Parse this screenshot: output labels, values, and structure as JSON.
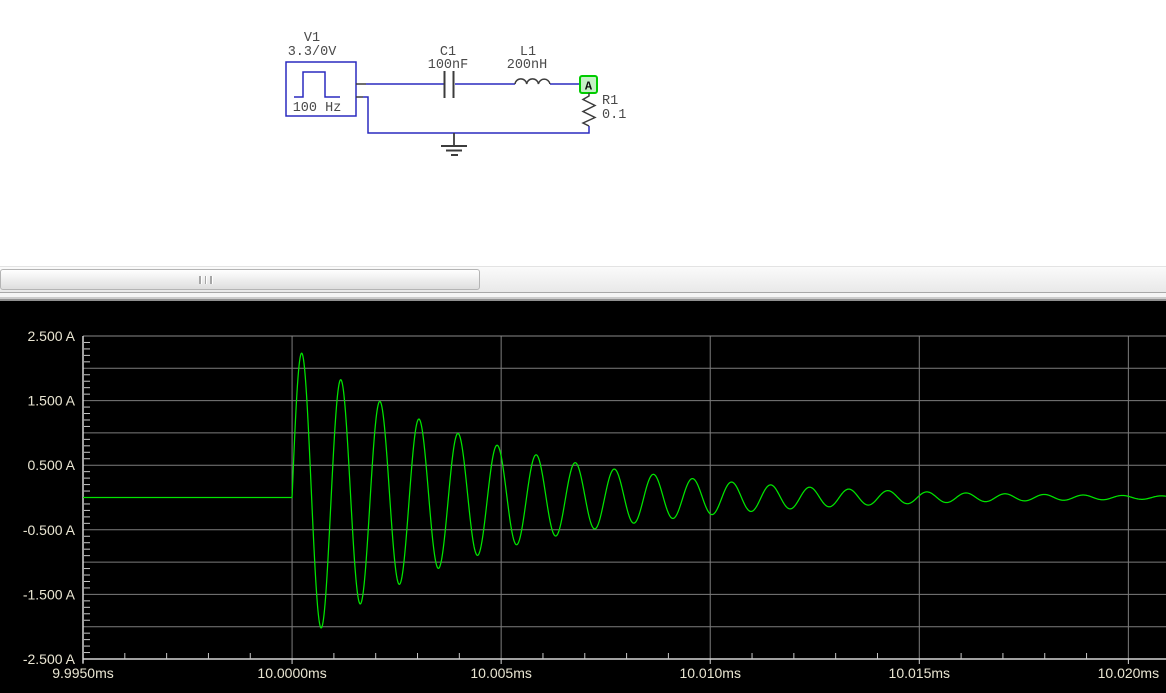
{
  "schematic": {
    "components": {
      "v1": {
        "name": "V1",
        "value": "3.3/0V",
        "frequency": "100 Hz"
      },
      "c1": {
        "name": "C1",
        "value": "100nF"
      },
      "l1": {
        "name": "L1",
        "value": "200nH"
      },
      "r1": {
        "name": "R1",
        "value": "0.1"
      },
      "probe": {
        "label": "A"
      }
    },
    "colors": {
      "wire": "#2a2abf",
      "symbol": "#3c3c3c",
      "text": "#4a4a4a",
      "probe_border": "#00cc00",
      "probe_fill": "#c6f1c6"
    }
  },
  "scrollbar": {
    "grip_icon": "|||"
  },
  "chart_data": {
    "type": "line",
    "title": "",
    "xlabel": "",
    "ylabel": "",
    "x_unit": "ms",
    "y_unit": "A",
    "x_range_ms": [
      9.995,
      10.0209
    ],
    "y_range_A": [
      -2.5,
      2.5
    ],
    "x_ticks": [
      {
        "label": "9.9950ms",
        "ms": 9.995
      },
      {
        "label": "10.0000ms",
        "ms": 10.0
      },
      {
        "label": "10.005ms",
        "ms": 10.005
      },
      {
        "label": "10.010ms",
        "ms": 10.01
      },
      {
        "label": "10.015ms",
        "ms": 10.015
      },
      {
        "label": "10.020ms",
        "ms": 10.02
      }
    ],
    "x_minor_step_ms": 0.001,
    "y_ticks": [
      {
        "label": "2.500 A",
        "A": 2.5
      },
      {
        "label": "1.500 A",
        "A": 1.5
      },
      {
        "label": "0.500 A",
        "A": 0.5
      },
      {
        "label": "-0.500 A",
        "A": -0.5
      },
      {
        "label": "-1.500 A",
        "A": -1.5
      },
      {
        "label": "-2.500 A",
        "A": -2.5
      }
    ],
    "y_grid_step_A": 0.5,
    "y_minor_step_A": 0.1,
    "grid": true,
    "legend_position": "none",
    "series": [
      {
        "signal": "damped_sine",
        "description": "flat 0 A until step at 10.000 ms, then exponentially decaying sinusoid (series RLC ring)",
        "t_start_ms": 10.0,
        "baseline_A": 0.0,
        "amplitude_A": 2.35,
        "frequency_MHz": 1.07,
        "decay_tau_us": 4.6,
        "observed_peaks_A": [
          2.21,
          1.85,
          1.49,
          1.23,
          1.0,
          0.79,
          0.63,
          0.5,
          0.4,
          0.32,
          0.26
        ],
        "color": "#00e400"
      }
    ],
    "colors": {
      "background": "#000000",
      "grid": "#7d7d7d",
      "axis": "#d6d6d6",
      "minor_tick": "#c8c8c8",
      "tick_label": "#e9e5d2"
    }
  }
}
